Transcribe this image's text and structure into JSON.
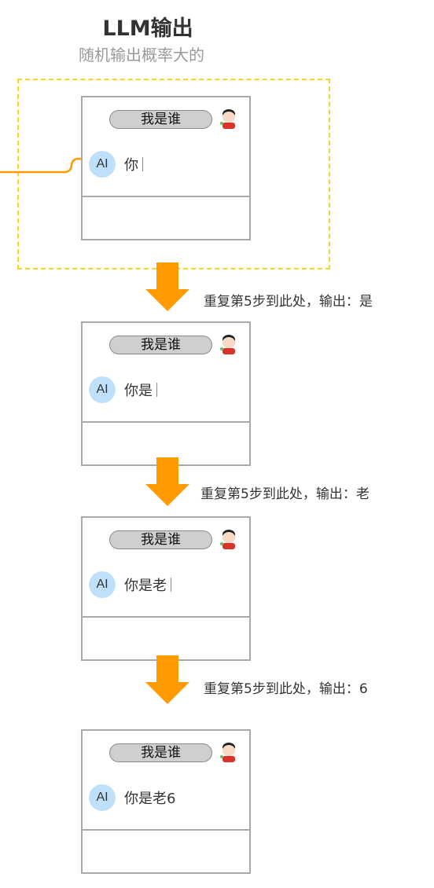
{
  "header": {
    "title": "LLM输出",
    "subtitle": "随机输出概率大的"
  },
  "colors": {
    "arrow": "#ff9a00",
    "highlight": "#f0d53c",
    "ai_avatar_bg": "#bfe0fb",
    "user_bubble_bg": "#cfcfcf"
  },
  "panels": [
    {
      "user_message": "我是谁",
      "ai_label": "AI",
      "ai_output": "你"
    },
    {
      "user_message": "我是谁",
      "ai_label": "AI",
      "ai_output": "你是"
    },
    {
      "user_message": "我是谁",
      "ai_label": "AI",
      "ai_output": "你是老"
    },
    {
      "user_message": "我是谁",
      "ai_label": "AI",
      "ai_output": "你是老6"
    }
  ],
  "steps": [
    {
      "label": "重复第5步到此处，输出：是"
    },
    {
      "label": "重复第5步到此处，输出：老"
    },
    {
      "label": "重复第5步到此处，输出：6"
    }
  ]
}
